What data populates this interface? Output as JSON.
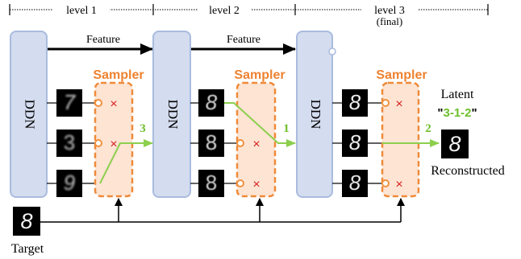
{
  "levels": [
    {
      "label": "level 1"
    },
    {
      "label": "level 2"
    },
    {
      "label": "level 3",
      "sublabel": "(final)"
    }
  ],
  "ddn_label": "DDN",
  "feature_label": "Feature",
  "sampler_label": "Sampler",
  "selections": [
    "3",
    "1",
    "2"
  ],
  "latent": {
    "title": "Latent",
    "code": "3-1-2",
    "quote_open": "\"",
    "quote_close": "\""
  },
  "reconstructed_label": "Reconstructed",
  "target_label": "Target",
  "reject_glyph": "×",
  "digit_samples": {
    "level1": [
      "7",
      "3",
      "9"
    ],
    "level2": [
      "8",
      "8",
      "8"
    ],
    "level3": [
      "8",
      "8",
      "8"
    ],
    "target": "8",
    "reconstructed": "8"
  },
  "colors": {
    "ddn_fill": "#d4dcef",
    "ddn_stroke": "#a9bcdf",
    "sampler_fill": "#fde4d3",
    "sampler_stroke": "#ef8a3a",
    "sampler_text": "#ee8230",
    "green": "#8ccf4d",
    "green_text": "#6cbf2a",
    "reject": "#d92020",
    "port": "#f0913e"
  }
}
